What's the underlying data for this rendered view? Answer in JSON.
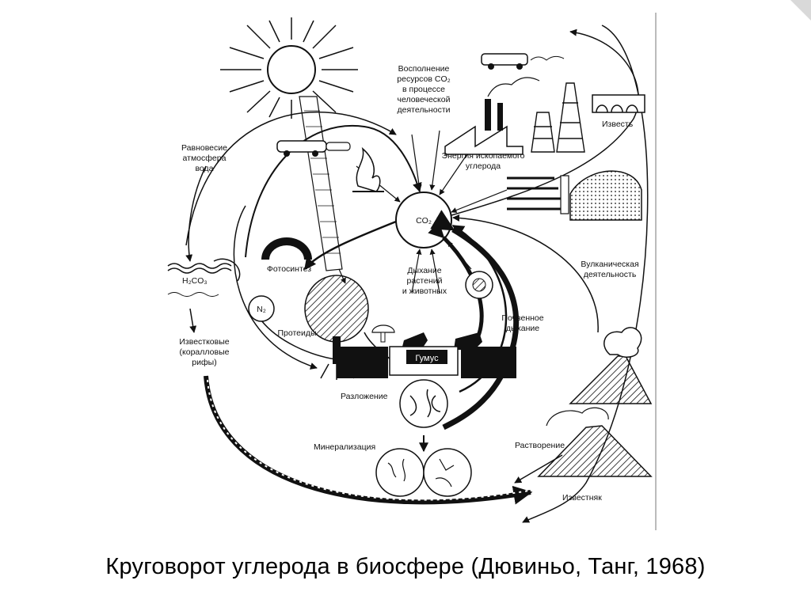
{
  "caption": "Круговорот углерода в биосфере (Дювиньо, Танг, 1968)",
  "labels": {
    "co2": "CO₂",
    "human_l1": "Восполнение",
    "human_l2": "ресурсов CO₂",
    "human_l3": "в процессе",
    "human_l4": "человеческой",
    "human_l5": "деятельности",
    "balance_l1": "Равновесие",
    "balance_l2": "атмосфера",
    "balance_l3": "вода",
    "lime": "Известь",
    "fossil_l1": "Энергия ископаемого",
    "fossil_l2": "углерода",
    "volcanic_l1": "Вулканическая",
    "volcanic_l2": "деятельность",
    "photosynthesis": "Фотосинтез",
    "h2co3": "H₂CO₃",
    "n2": "N₂",
    "protists": "Протеиды",
    "limestone_reefs_l1": "Известковые",
    "limestone_reefs_l2": "(коралловые",
    "limestone_reefs_l3": "рифы)",
    "respiration_l1": "Дыхание",
    "respiration_l2": "растений",
    "respiration_l3": "и животных",
    "soil_l1": "Почвенное",
    "soil_l2": "дыхание",
    "humus": "Гумус",
    "decomposition": "Разложение",
    "mineralization": "Минерализация",
    "dissolution": "Растворение",
    "limestone": "Известняк"
  }
}
